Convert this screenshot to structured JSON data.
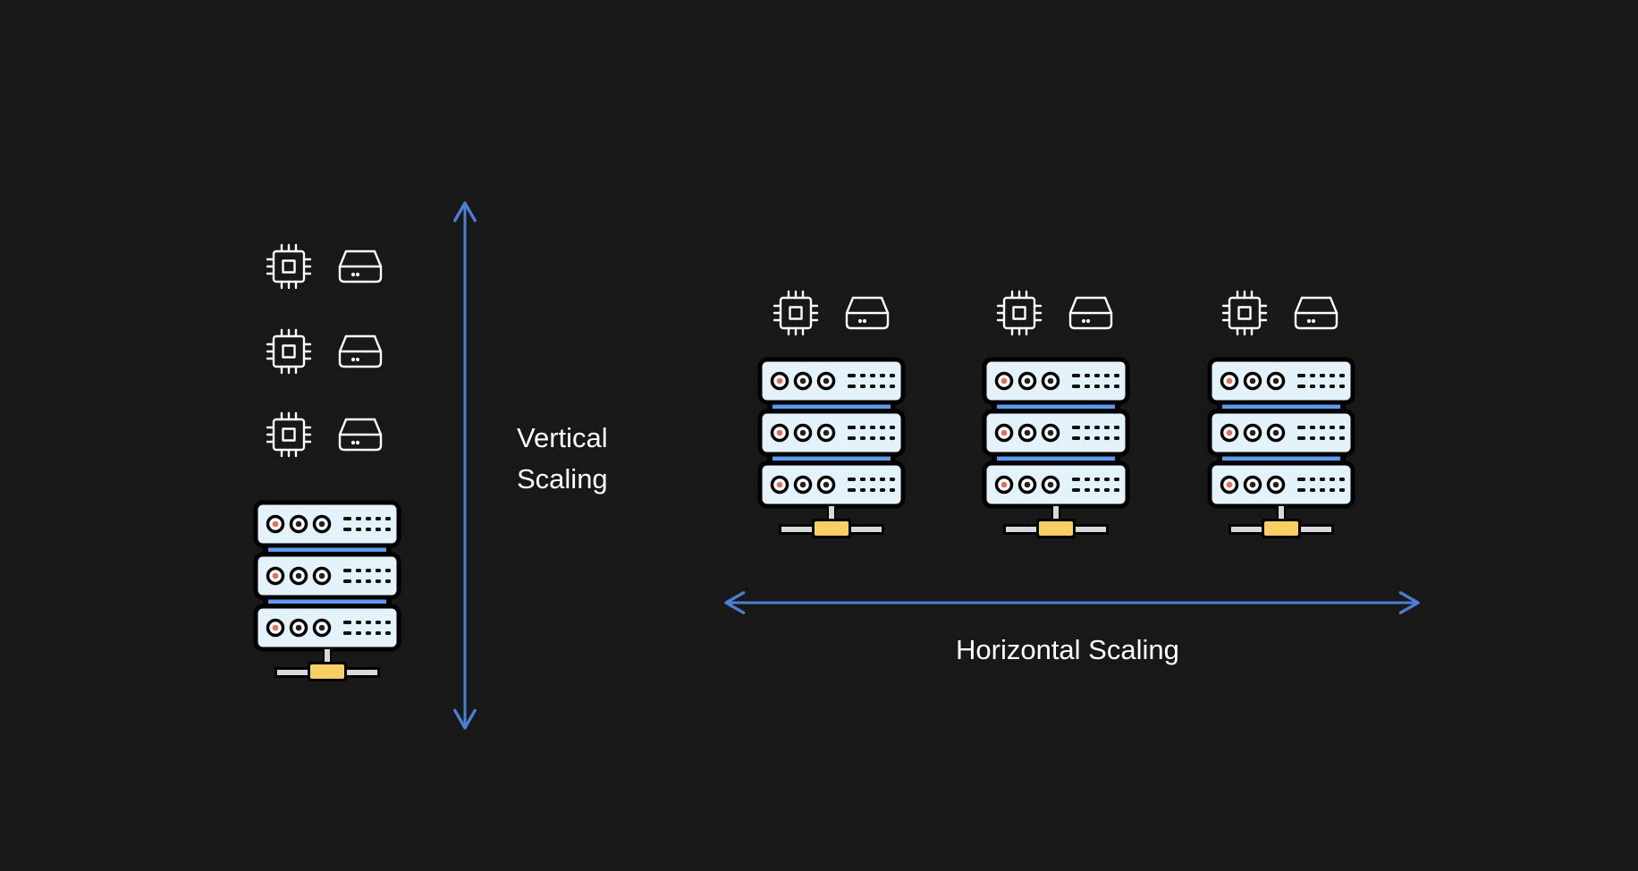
{
  "labels": {
    "vertical_line1": "Vertical",
    "vertical_line2": "Scaling",
    "horizontal": "Horizontal Scaling"
  },
  "colors": {
    "background": "#181818",
    "arrow": "#4a7fd4",
    "icon_stroke": "#ffffff",
    "server_panel": "#e3f2fb",
    "server_divider": "#5b9cf0",
    "server_outline": "#000000",
    "led": "#e07060",
    "connector": "#f7cf63",
    "cable": "#d8d8d8"
  },
  "icons": {
    "cpu": "cpu-chip-icon",
    "storage": "hard-drive-icon",
    "server": "server-rack-icon"
  },
  "vertical_scaling": {
    "resource_rows": 3,
    "servers": 1
  },
  "horizontal_scaling": {
    "servers": 3,
    "resource_rows_per_server": 1
  }
}
